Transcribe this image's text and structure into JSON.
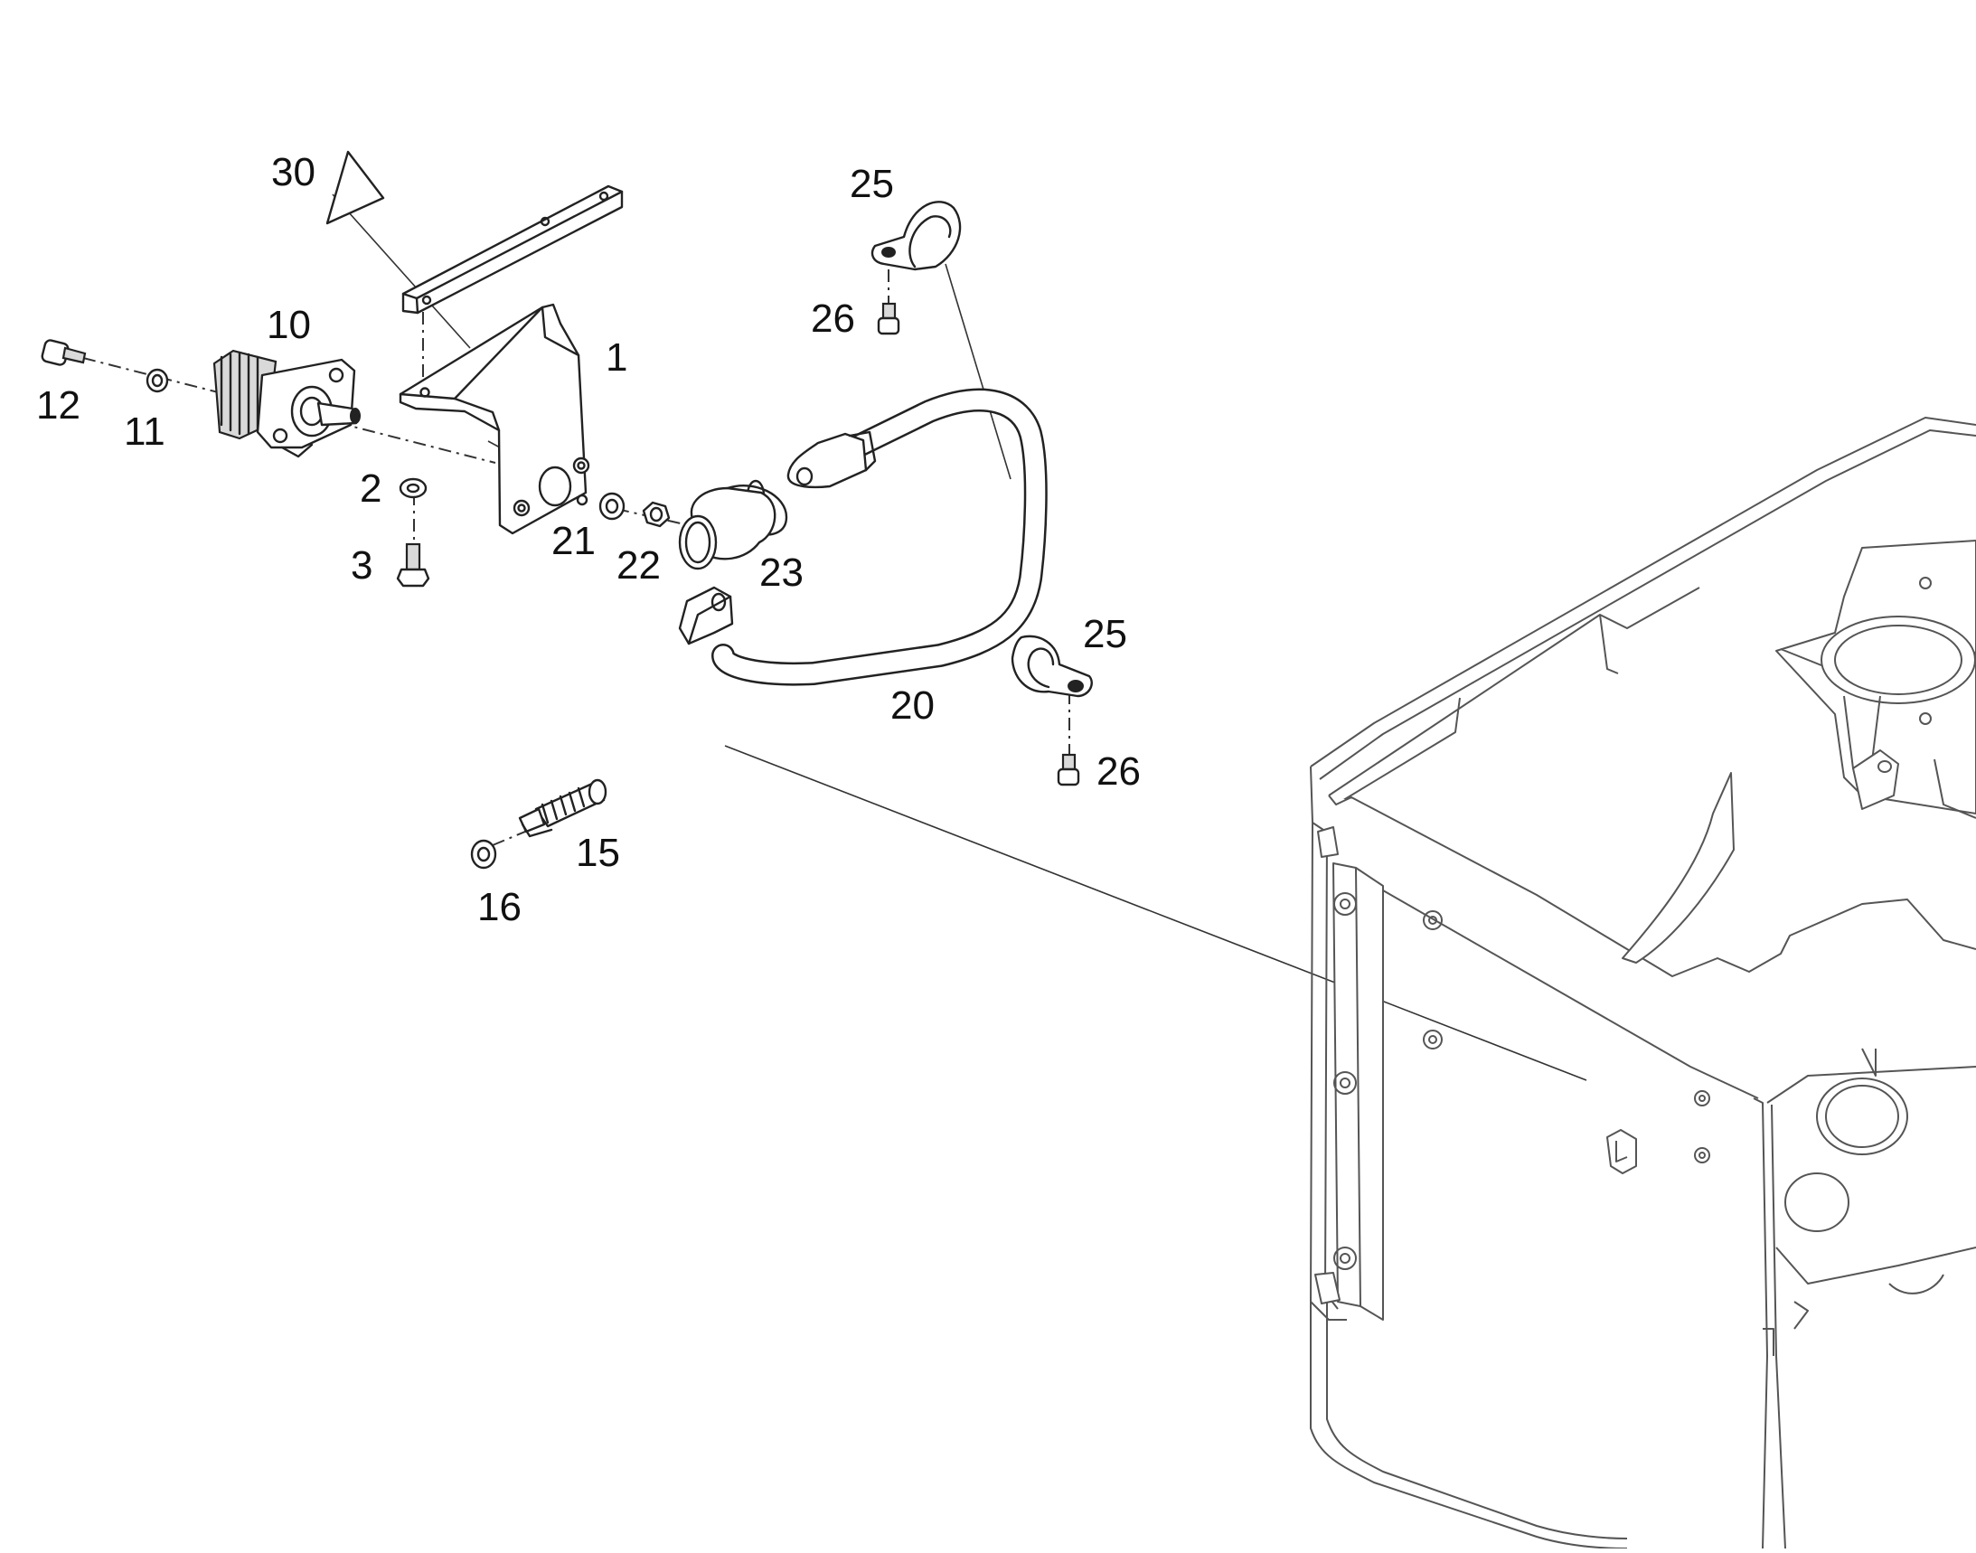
{
  "callouts": {
    "c1": "1",
    "c2": "2",
    "c3": "3",
    "c10": "10",
    "c11": "11",
    "c12": "12",
    "c15": "15",
    "c16": "16",
    "c20": "20",
    "c21": "21",
    "c22": "22",
    "c23": "23",
    "c25a": "25",
    "c25b": "25",
    "c26a": "26",
    "c26b": "26",
    "c30": "30"
  }
}
